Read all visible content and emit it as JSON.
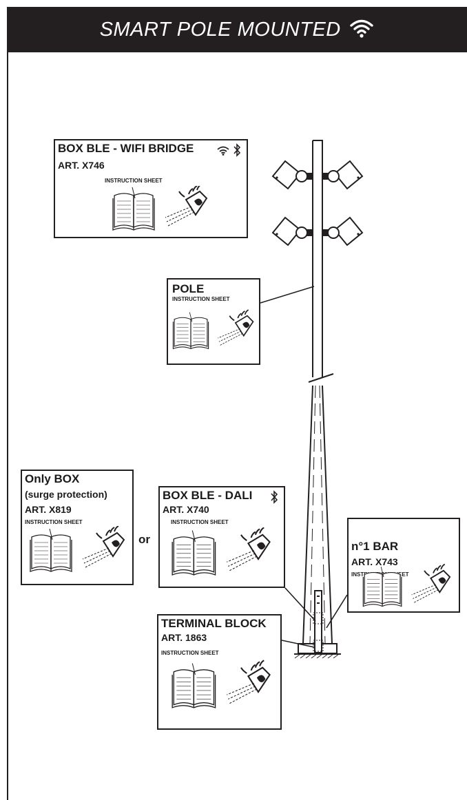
{
  "header": {
    "title": "SMART POLE MOUNTED",
    "icon": "wifi-icon"
  },
  "boxes": {
    "bridge": {
      "title": "BOX BLE - WIFI BRIDGE",
      "art": "ART. X746",
      "sheet": "INSTRUCTION SHEET",
      "icons": [
        "wifi-icon",
        "bluetooth-icon"
      ]
    },
    "pole": {
      "title": "POLE",
      "sheet": "INSTRUCTION SHEET"
    },
    "only_box": {
      "title": "Only BOX",
      "subtitle": "(surge protection)",
      "art": "ART. X819",
      "sheet": "INSTRUCTION SHEET"
    },
    "dali": {
      "title": "BOX BLE - DALI",
      "art": "ART. X740",
      "sheet": "INSTRUCTION SHEET",
      "icons": [
        "bluetooth-icon"
      ]
    },
    "bar": {
      "title": "n°1 BAR",
      "art": "ART. X743",
      "sheet": "INSTRUCTION SHEET"
    },
    "terminal": {
      "title": "TERMINAL BLOCK",
      "art": "ART. 1863",
      "sheet": "INSTRUCTION SHEET"
    }
  },
  "connector": {
    "or_label": "or"
  },
  "colors": {
    "header_bg": "#231f20",
    "header_text": "#ffffff",
    "line": "#231f20"
  }
}
